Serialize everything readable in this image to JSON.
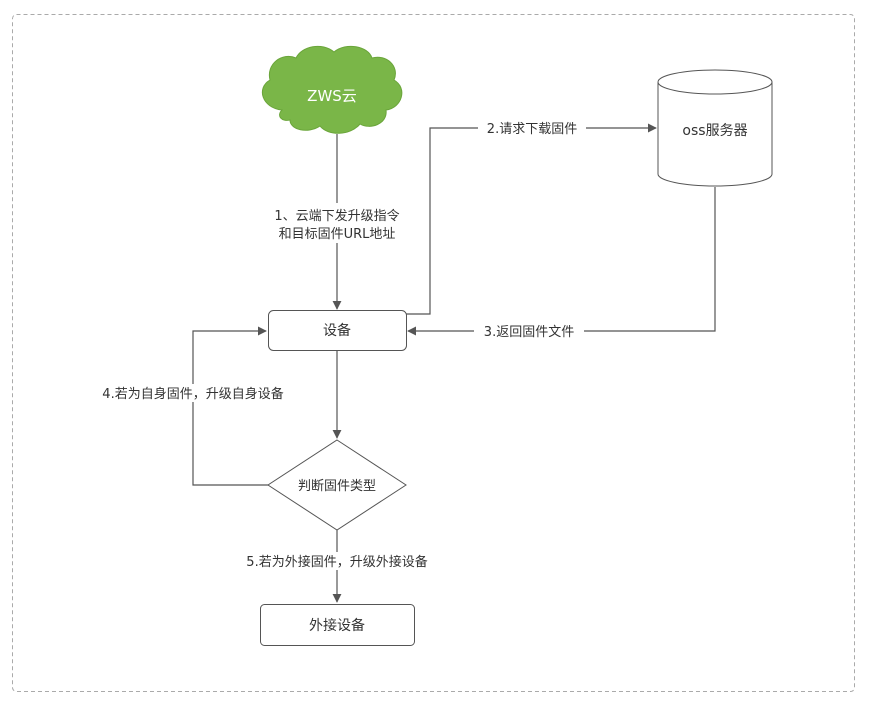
{
  "nodes": {
    "cloud": "ZWS云",
    "oss": "oss服务器",
    "device": "设备",
    "decision": "判断固件类型",
    "external": "外接设备"
  },
  "edges": {
    "step1_line1": "1、云端下发升级指令",
    "step1_line2": "和目标固件URL地址",
    "step2": "2.请求下载固件",
    "step3": "3.返回固件文件",
    "step4": "4.若为自身固件，升级自身设备",
    "step5": "5.若为外接固件，升级外接设备"
  },
  "colors": {
    "cloud_fill": "#7ab648",
    "cloud_text": "#ffffff",
    "line": "#555555",
    "text": "#333333",
    "frame": "#aaaaaa"
  }
}
